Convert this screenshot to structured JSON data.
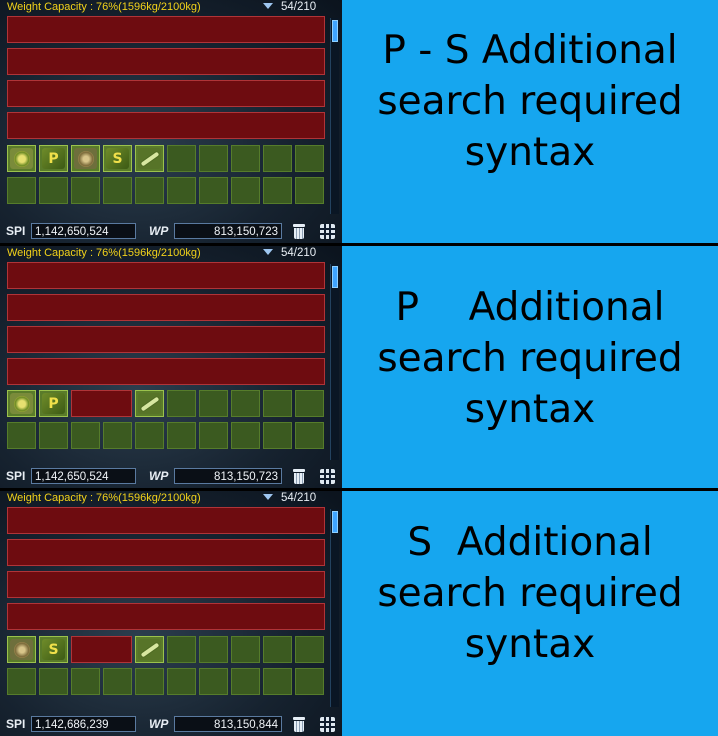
{
  "inventory_panels": [
    {
      "weight_label": "Weight Capacity : 76%(1596kg/2100kg)",
      "slot_count": "54/210",
      "spi_label": "SPI",
      "spi_value": "1,142,650,524",
      "wp_label": "WP",
      "wp_value": "813,150,723",
      "side_caption": "P - S Additional\nsearch required\nsyntax",
      "highlighted_items": [
        "coin-item",
        "p-item",
        "coin2-item",
        "s-item",
        "syringe-item"
      ]
    },
    {
      "weight_label": "Weight Capacity : 76%(1596kg/2100kg)",
      "slot_count": "54/210",
      "spi_label": "SPI",
      "spi_value": "1,142,650,524",
      "wp_label": "WP",
      "wp_value": "813,150,723",
      "side_caption": "P    Additional\nsearch required\nsyntax",
      "highlighted_items": [
        "coin-item",
        "p-item",
        "syringe-item"
      ]
    },
    {
      "weight_label": "Weight Capacity : 76%(1596kg/2100kg)",
      "slot_count": "54/210",
      "spi_label": "SPI",
      "spi_value": "1,142,686,239",
      "wp_label": "WP",
      "wp_value": "813,150,844",
      "side_caption": "S  Additional\nsearch required\nsyntax",
      "highlighted_items": [
        "coin2-item",
        "s-item",
        "syringe-item"
      ]
    }
  ],
  "colors": {
    "caption_background": "#16a6ef",
    "weight_text": "#f2d21a",
    "filtered_slot": "#6e0c10",
    "matched_slot": "#3b5a20"
  },
  "icons": {
    "p_letter": "P",
    "s_letter": "S"
  }
}
